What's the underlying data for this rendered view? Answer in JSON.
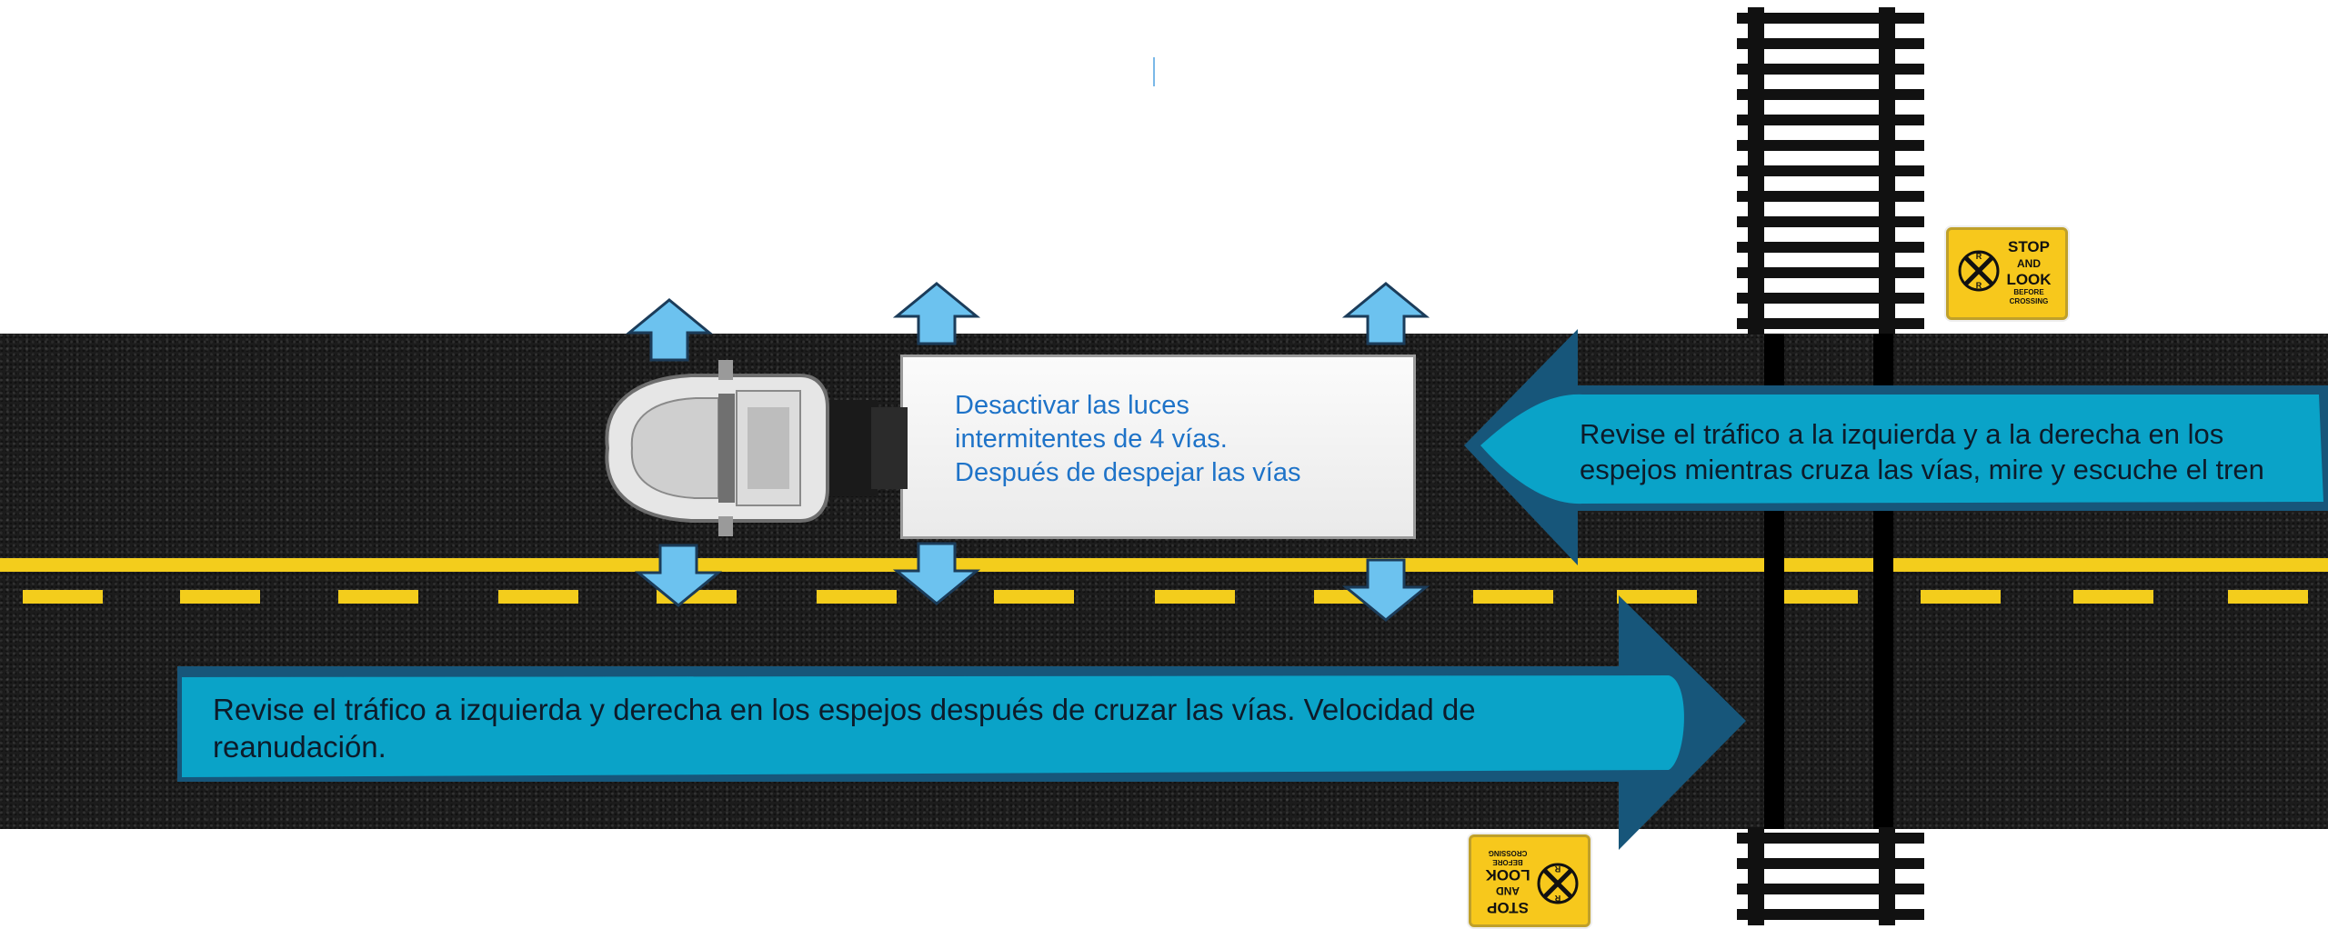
{
  "trailer": {
    "lines": [
      "Desactivar las luces",
      "intermitentes de 4 vías.",
      "Después de despejar las vías"
    ]
  },
  "callouts": {
    "right": "Revise el tráfico a la izquierda y a la derecha en los espejos mientras cruza las vías, mire y escuche el tren",
    "bottom": "Revise el tráfico a izquierda y derecha en los espejos después de cruzar las vías. Velocidad de reanudación."
  },
  "signs": {
    "rr_letters": [
      "R",
      "R"
    ],
    "line1": "STOP",
    "line2": "AND",
    "line3": "LOOK",
    "line4": "BEFORE CROSSING"
  },
  "colors": {
    "road": "#1c1c1c",
    "lane_line": "#f3cd1c",
    "callout_fill": "#0aa3c8",
    "callout_edge": "#17567a",
    "mirror_arrow": "#6cc2ef",
    "trailer_text": "#1e73c8",
    "sign": "#f7c81c"
  },
  "icons": {
    "up_arrows": "arrow-up-icon",
    "down_arrows": "arrow-down-icon",
    "truck": "semi-truck-icon",
    "railroad": "railroad-track-icon",
    "crossing_sign": "railroad-crossing-sign-icon"
  }
}
